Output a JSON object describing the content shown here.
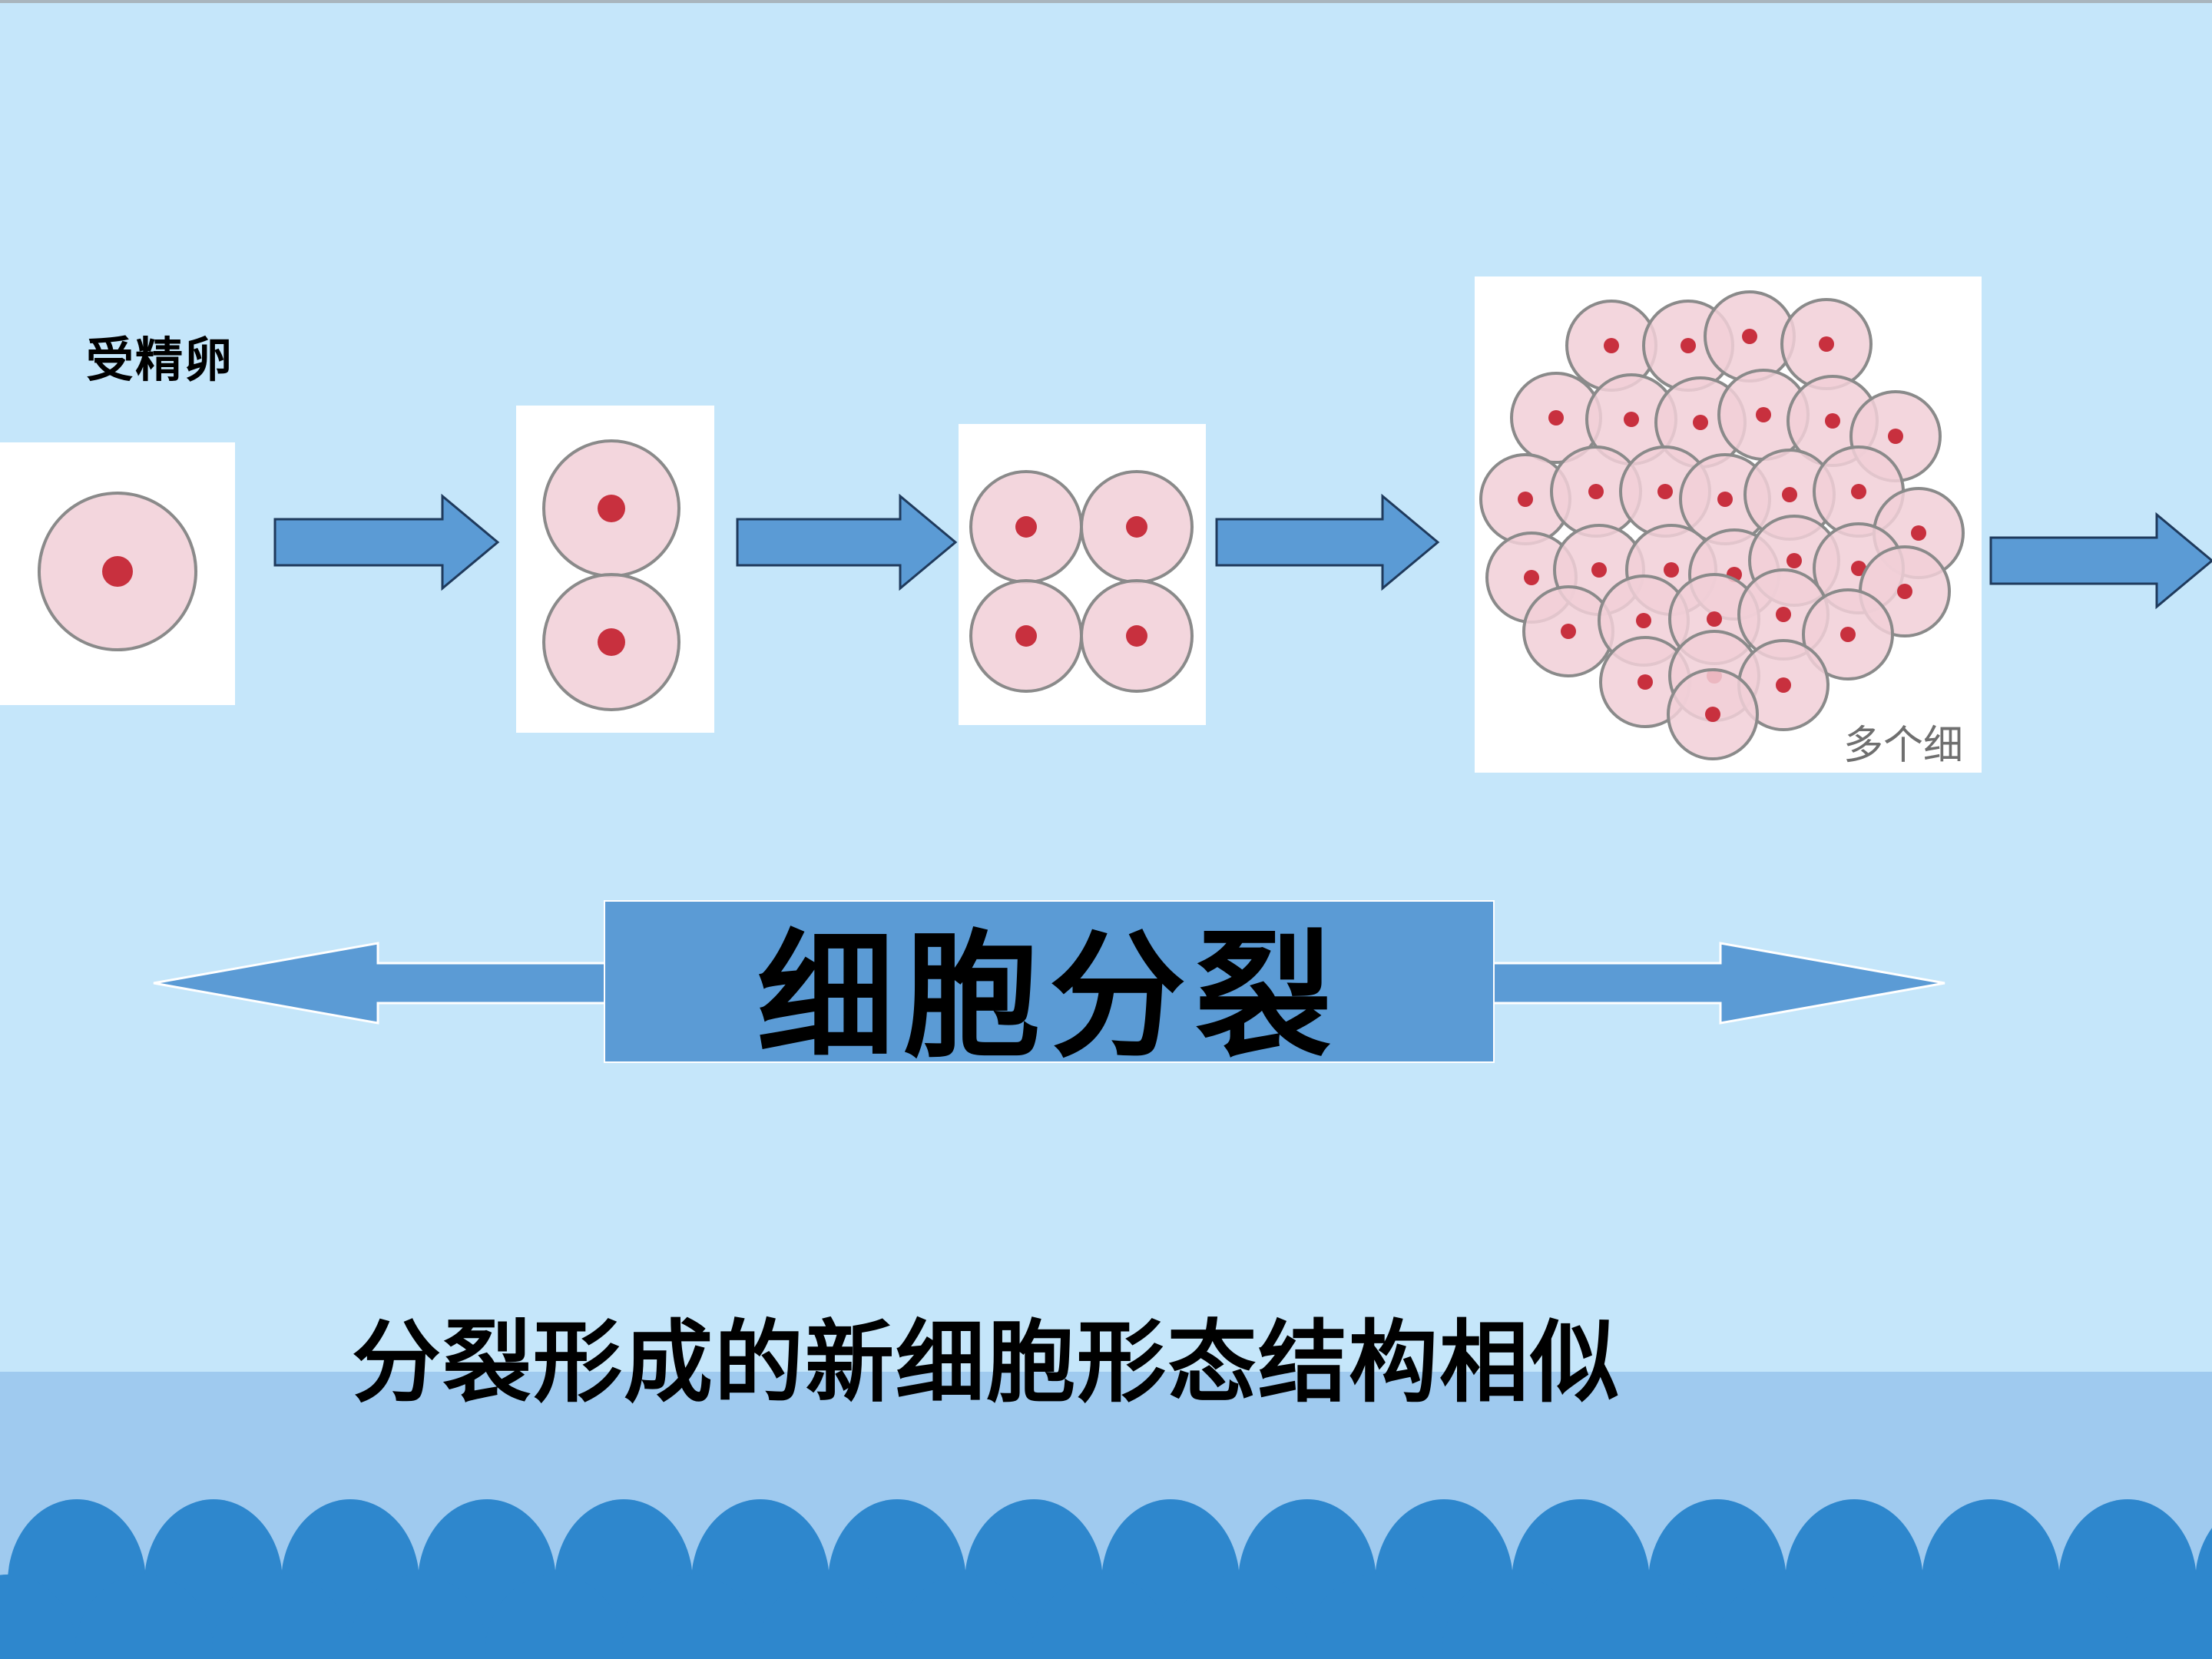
{
  "labels": {
    "fertilized_egg": "受精卵",
    "title": "细胞分裂",
    "caption": "分裂形成的新细胞形态结构相似",
    "multi_cell_note": "多个细"
  },
  "stages": [
    {
      "cell_count": 1
    },
    {
      "cell_count": 2
    },
    {
      "cell_count": 4
    },
    {
      "cell_count": 32
    }
  ],
  "colors": {
    "background": "#c5e6fa",
    "band": "#9fcaef",
    "wave": "#2e87cd",
    "arrow_fill": "#5b9bd5",
    "arrow_stroke": "#1f3a5c",
    "cell_fill": "#f1cfd7",
    "cell_stroke": "#8a8a8a",
    "nucleus": "#c8303e"
  }
}
